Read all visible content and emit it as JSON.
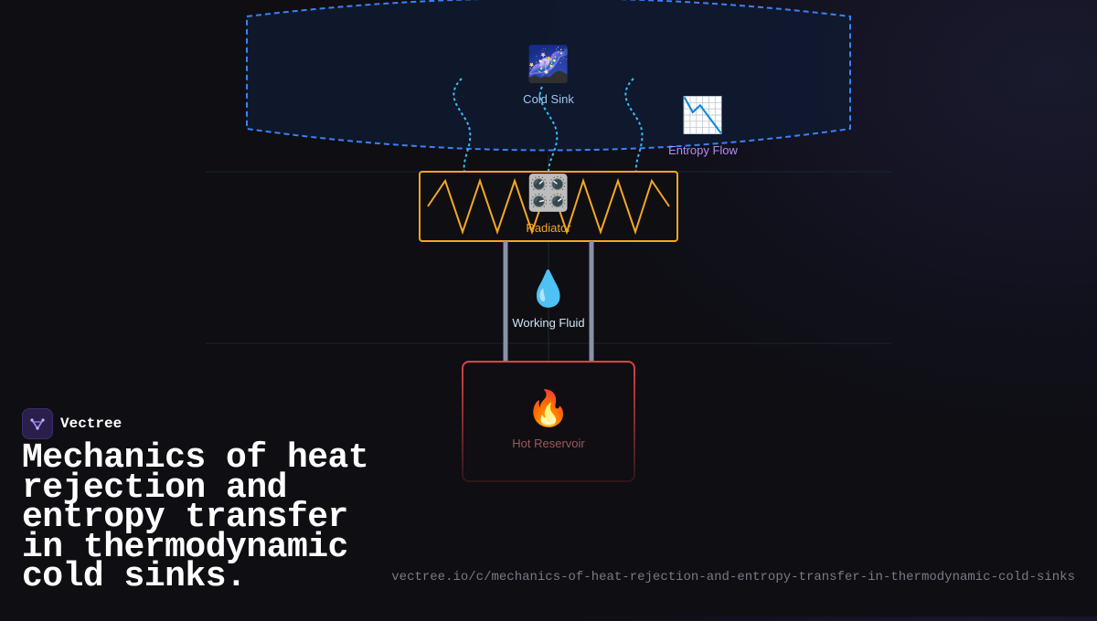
{
  "brand": {
    "name": "Vectree",
    "logo_icon": "v-node-logo-icon"
  },
  "title": "Mechanics of heat rejection and entropy transfer in thermodynamic cold sinks.",
  "url": "vectree.io/c/mechanics-of-heat-rejection-and-entropy-transfer-in-thermodynamic-cold-sinks",
  "diagram": {
    "nodes": {
      "cold_sink": {
        "label": "Cold Sink",
        "icon": "🌌",
        "icon_name": "milky-way-icon",
        "color": "#9ec8f0"
      },
      "entropy_flow": {
        "label": "Entropy Flow",
        "icon": "📉",
        "icon_name": "chart-decreasing-icon",
        "color": "#b48cf0"
      },
      "radiator": {
        "label": "Radiator",
        "icon": "🎛️",
        "icon_name": "control-knobs-icon",
        "color": "#f5a623"
      },
      "working_fluid": {
        "label": "Working Fluid",
        "icon": "💧",
        "icon_name": "droplet-icon",
        "color": "#cfe6f7"
      },
      "hot_reservoir": {
        "label": "Hot Reservoir",
        "icon": "🔥",
        "icon_name": "fire-icon",
        "color": "#9a5a5e"
      }
    },
    "colors": {
      "cold_sink_border": "#3b82f6",
      "heat_waves": "#38bdf8",
      "radiator_border": "#f5a623",
      "pipes": "#8a93a6",
      "hot_reservoir_border": "#dc4343"
    }
  }
}
